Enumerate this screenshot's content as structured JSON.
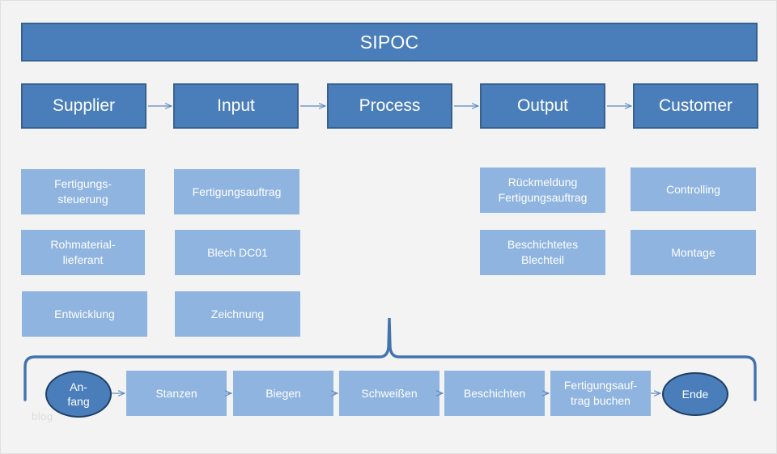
{
  "diagram": {
    "title": "SIPOC",
    "background_color": "#f3f3f3",
    "header_fill": "#4a7ebb",
    "header_border": "#37618e",
    "item_fill": "#8fb4e0",
    "ellipse_fill": "#4a7ebb",
    "ellipse_border": "#1f3f66",
    "connector_color": "#4a7ebb",
    "watermark": "blog"
  },
  "columns": [
    {
      "id": "supplier",
      "header": "Supplier",
      "items": [
        "Fertigungs-\nsteuerung",
        "Rohmaterial-\nlieferant",
        "Entwicklung"
      ]
    },
    {
      "id": "input",
      "header": "Input",
      "items": [
        "Fertigungsauftrag",
        "Blech DC01",
        "Zeichnung"
      ]
    },
    {
      "id": "process",
      "header": "Process",
      "items": []
    },
    {
      "id": "output",
      "header": "Output",
      "items": [
        "Rückmeldung\nFertigungsauftrag",
        "Beschichtetes\nBlechteil"
      ]
    },
    {
      "id": "customer",
      "header": "Customer",
      "items": [
        "Controlling",
        "Montage"
      ]
    }
  ],
  "process_flow": {
    "start": "An-\nfang",
    "steps": [
      "Stanzen",
      "Biegen",
      "Schweißen",
      "Beschichten",
      "Fertigungsauf-\ntrag buchen"
    ],
    "end": "Ende"
  },
  "chart_data": {
    "type": "table",
    "title": "SIPOC",
    "categories": [
      "Supplier",
      "Input",
      "Process",
      "Output",
      "Customer"
    ],
    "series": [
      {
        "name": "Supplier",
        "values": [
          "Fertigungssteuerung",
          "Rohmaterial-lieferant",
          "Entwicklung"
        ]
      },
      {
        "name": "Input",
        "values": [
          "Fertigungsauftrag",
          "Blech DC01",
          "Zeichnung"
        ]
      },
      {
        "name": "Process",
        "values": [
          "Anfang",
          "Stanzen",
          "Biegen",
          "Schweißen",
          "Beschichten",
          "Fertigungsauftrag buchen",
          "Ende"
        ]
      },
      {
        "name": "Output",
        "values": [
          "Rückmeldung Fertigungsauftrag",
          "Beschichtetes Blechteil"
        ]
      },
      {
        "name": "Customer",
        "values": [
          "Controlling",
          "Montage"
        ]
      }
    ]
  }
}
